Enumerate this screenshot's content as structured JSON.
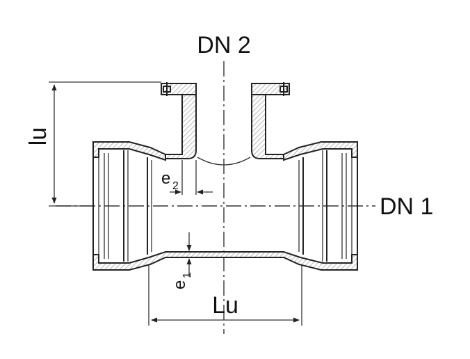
{
  "labels": {
    "dn2": "DN 2",
    "dn1": "DN 1",
    "lu_height": "lu",
    "lu_length": "Lu",
    "e2_main": "e",
    "e2_sub": "2",
    "e1_main": "e",
    "e1_sub": "1"
  },
  "colors": {
    "line": "#222222",
    "hatch": "#bdbdbd",
    "background": "#ffffff"
  }
}
